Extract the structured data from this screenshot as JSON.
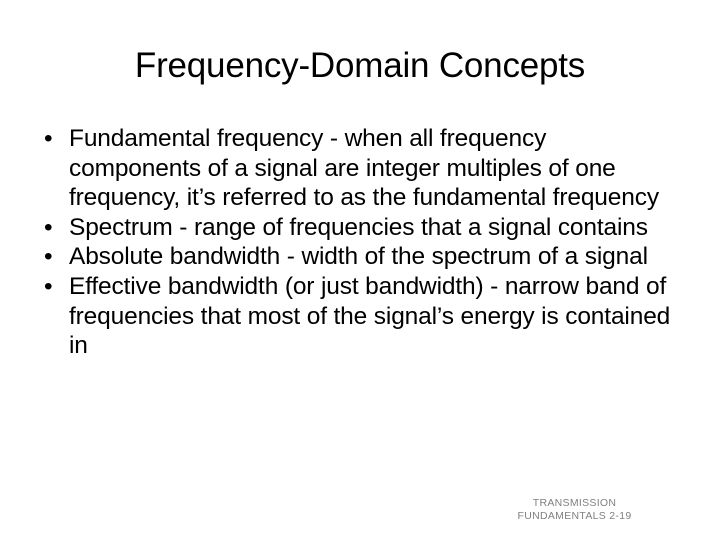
{
  "slide": {
    "title": "Frequency-Domain Concepts",
    "background_color": "#ffffff",
    "text_color": "#000000",
    "bullet_glyph": "•",
    "bullets": [
      "Fundamental frequency - when all frequency components of a signal are integer multiples of one frequency, it’s referred to as the fundamental frequency",
      "Spectrum - range of frequencies that a signal contains",
      "Absolute bandwidth - width of the spectrum of a signal",
      "Effective bandwidth (or just bandwidth) - narrow band of frequencies that most of the signal’s energy is contained in"
    ],
    "footer": {
      "line1": "TRANSMISSION",
      "line2": "FUNDAMENTALS 2-19",
      "color": "#808080"
    }
  }
}
